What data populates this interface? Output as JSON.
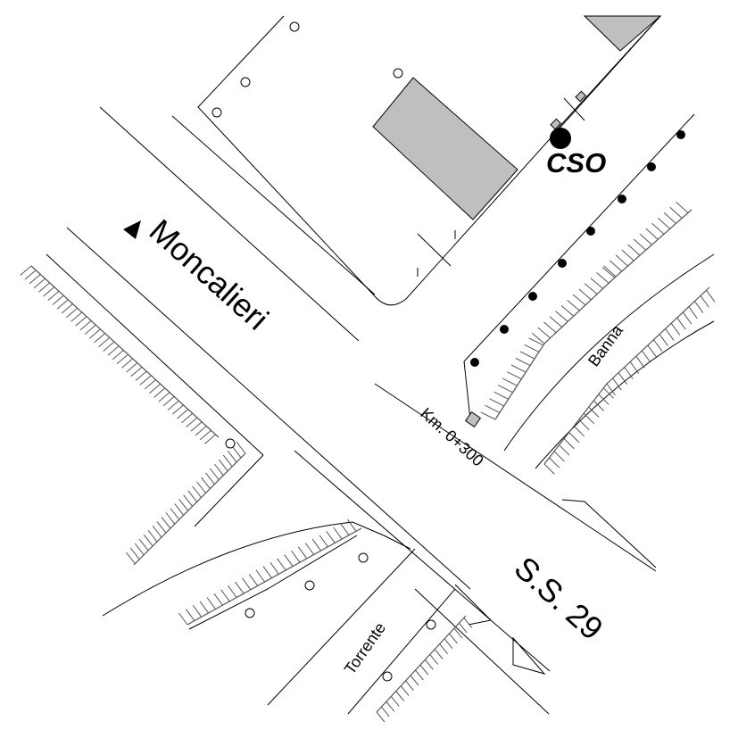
{
  "labels": {
    "moncalieri": "Moncalieri",
    "ss29": "S.S. 29",
    "cso": "CSO",
    "km": "Km. 0+300",
    "banna": "Banna",
    "torrente": "Torrente"
  },
  "colors": {
    "building_fill": "#bfbfbf",
    "line": "#000000",
    "hatch": "#555555",
    "background": "#ffffff"
  },
  "icons": {
    "direction_arrow": "arrow-left-icon",
    "cso_marker": "filled-circle-icon",
    "survey_point": "hollow-circle-icon"
  }
}
